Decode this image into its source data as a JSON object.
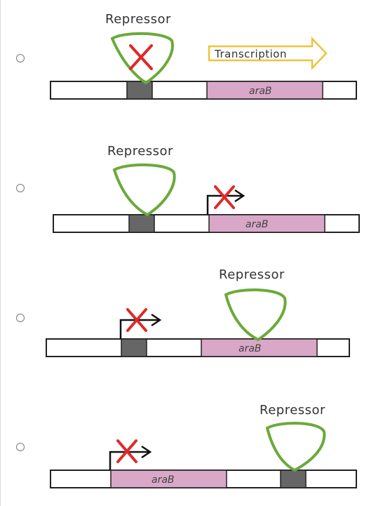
{
  "options": [
    {
      "repressor_label": "Repressor",
      "transcription_label": "Transcription",
      "gene_label": "araB",
      "colors": {
        "gene": "#d9a7c7",
        "operator": "#666666",
        "repressor": "#6aaa3a",
        "cross": "#e02828",
        "arrow": "#f0c23a"
      }
    },
    {
      "repressor_label": "Repressor",
      "gene_label": "araB",
      "colors": {
        "gene": "#d9a7c7",
        "operator": "#666666",
        "repressor": "#6aaa3a",
        "cross": "#e02828",
        "arrow": "#111111"
      }
    },
    {
      "repressor_label": "Repressor",
      "gene_label": "araB",
      "colors": {
        "gene": "#d9a7c7",
        "operator": "#666666",
        "repressor": "#6aaa3a",
        "cross": "#e02828",
        "arrow": "#111111"
      }
    },
    {
      "repressor_label": "Repressor",
      "gene_label": "araB",
      "colors": {
        "gene": "#d9a7c7",
        "operator": "#666666",
        "repressor": "#6aaa3a",
        "cross": "#e02828",
        "arrow": "#111111"
      }
    }
  ]
}
